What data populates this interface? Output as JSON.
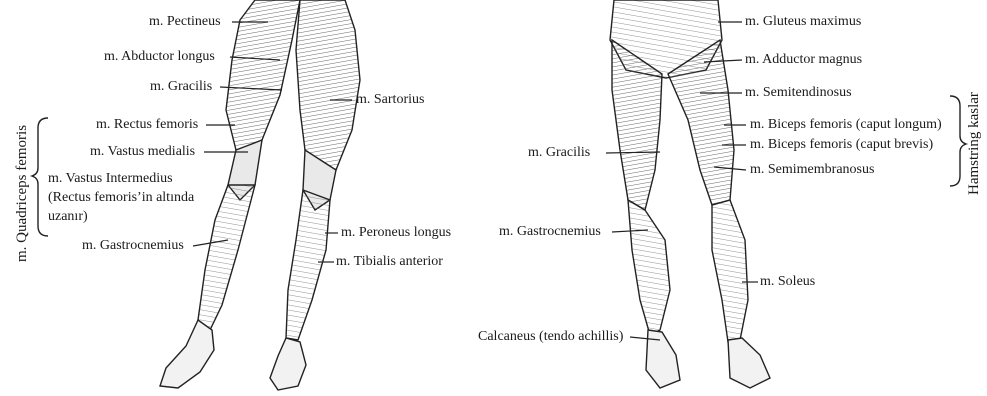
{
  "anterior_labels": {
    "pectineus": "m. Pectineus",
    "adductor_longus": "m. Abductor longus",
    "gracilis": "m. Gracilis",
    "sartorius": "m. Sartorius",
    "rectus_femoris": "m. Rectus femoris",
    "vastus_medialis": "m. Vastus medialis",
    "vastus_intermedius": "m. Vastus Intermedius (Rectus femoris’in altında uzanır)",
    "gastrocnemius": "m. Gastrocnemius",
    "peroneus_longus": "m. Peroneus longus",
    "tibialis_anterior": "m. Tibialis anterior"
  },
  "anterior_group": {
    "title": "m. Quadriceps femoris"
  },
  "posterior_labels": {
    "gluteus_maximus": "m. Gluteus maximus",
    "adductor_magnus": "m. Adductor magnus",
    "semitendinosus": "m. Semitendinosus",
    "biceps_long": "m. Biceps femoris (caput longum)",
    "biceps_short": "m. Biceps femoris (caput brevis)",
    "semimembranosus": "m. Semimembranosus",
    "gracilis": "m. Gracilis",
    "gastrocnemius": "m. Gastrocnemius",
    "soleus": "m. Soleus",
    "calcaneus": "Calcaneus (tendo achillis)"
  },
  "posterior_group": {
    "title": "Hamstring kaslar"
  }
}
